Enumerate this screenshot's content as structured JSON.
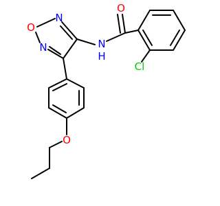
{
  "molecule": {
    "atoms": {
      "o_carbonyl": {
        "symbol": "O",
        "color": "#ff0000"
      },
      "o_ring": {
        "symbol": "O",
        "color": "#ff0000"
      },
      "n_ring_top": {
        "symbol": "N",
        "color": "#0000ff"
      },
      "n_ring_left": {
        "symbol": "N",
        "color": "#0000ff"
      },
      "nh_amide": {
        "symbol": "N",
        "sub": "H",
        "color": "#0000ff"
      },
      "cl": {
        "symbol": "Cl",
        "color": "#00cc00"
      },
      "o_ether": {
        "symbol": "O",
        "color": "#ff0000"
      }
    },
    "bond_color": "#000000"
  }
}
